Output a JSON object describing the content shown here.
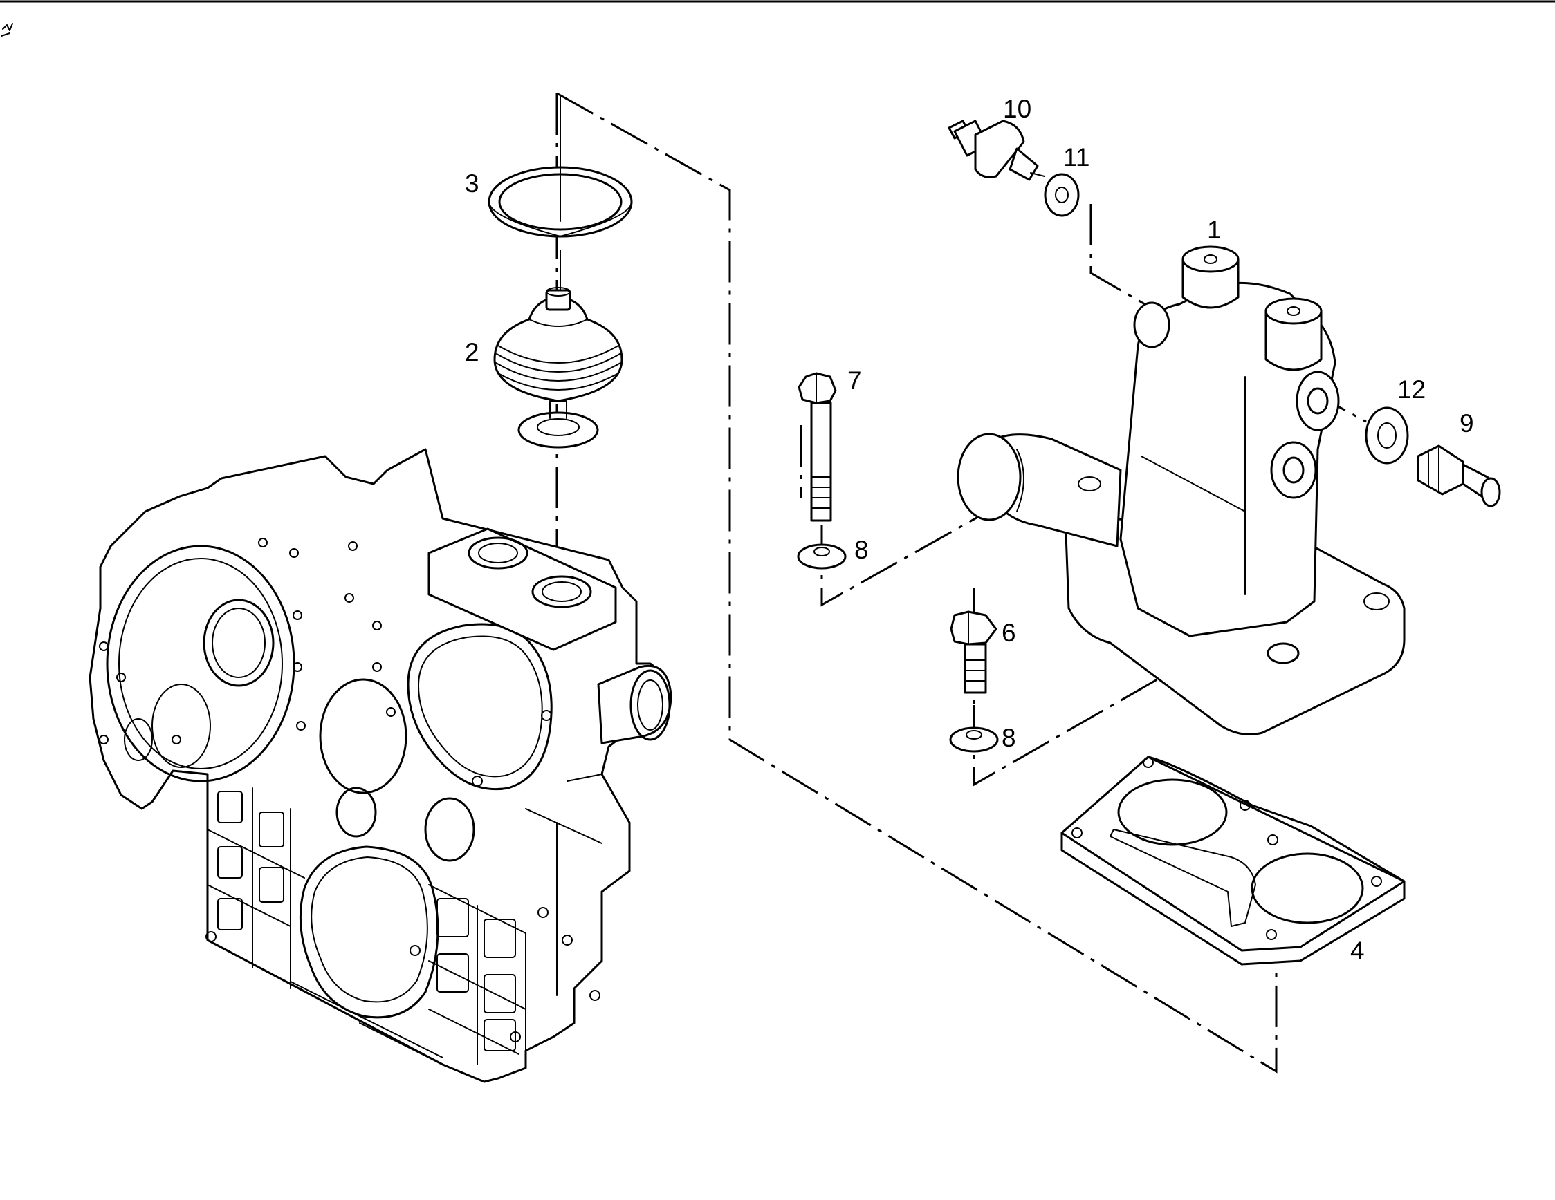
{
  "diagram": {
    "part_labels": {
      "p1": "1",
      "p2": "2",
      "p3": "3",
      "p4": "4",
      "p6": "6",
      "p7": "7",
      "p8a": "8",
      "p8b": "8",
      "p9": "9",
      "p10": "10",
      "p11": "11",
      "p12": "12"
    }
  }
}
